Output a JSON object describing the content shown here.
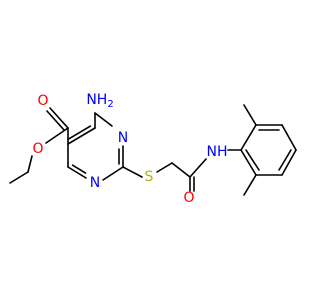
{
  "colors": {
    "bond": "#000000",
    "nitrogen": "#0000ff",
    "oxygen": "#ff0000",
    "sulfur": "#b5b500",
    "background": "#ffffff"
  },
  "labels": {
    "amino_n": "NH",
    "amino_sub": "2",
    "ester_carbonyl_o": "O",
    "ester_ether_o": "O",
    "ring_n3": "N",
    "ring_n1": "N",
    "thioether_s": "S",
    "amide_n": "NH",
    "amide_o": "O"
  }
}
